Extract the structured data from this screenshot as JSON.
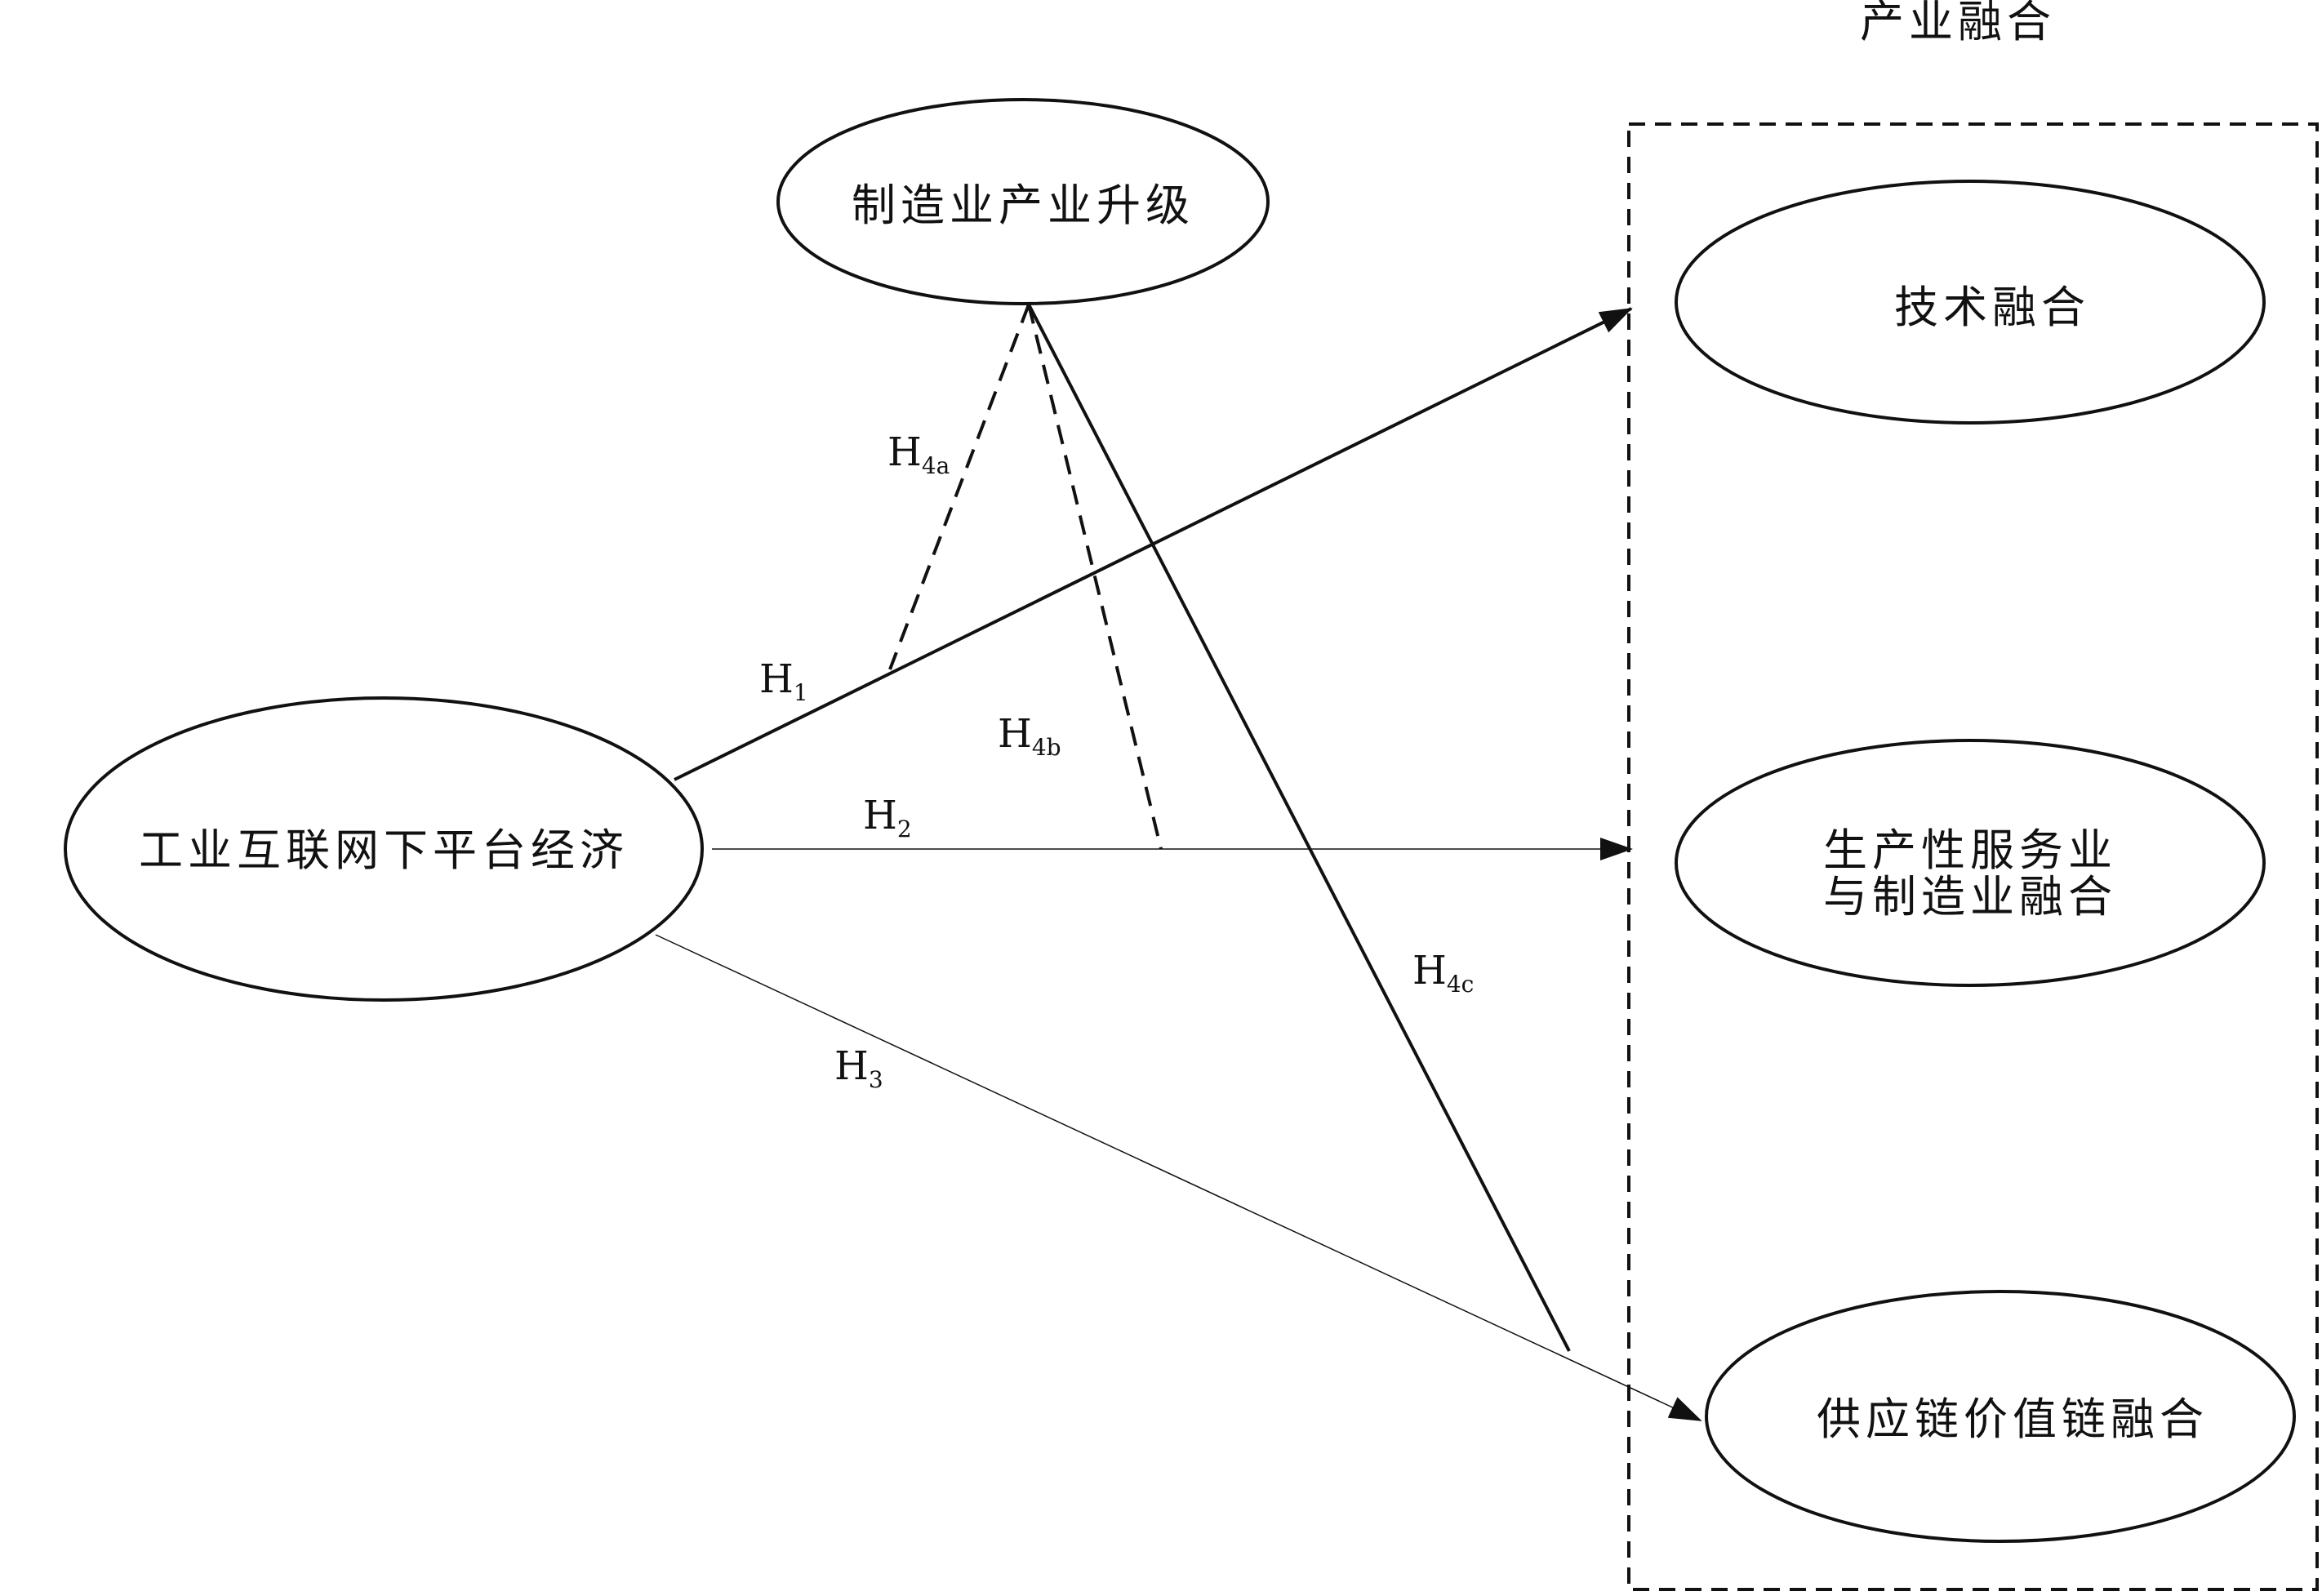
{
  "diagram": {
    "group_title": "产业融合",
    "nodes": {
      "platform_economy": "工业互联网下平台经济",
      "manufacturing_upgrade": "制造业产业升级",
      "tech_fusion": "技术融合",
      "service_fusion_line1": "生产性服务业",
      "service_fusion_line2": "与制造业融合",
      "supply_chain_fusion": "供应链价值链融合"
    },
    "hypotheses": {
      "h1": {
        "main": "H",
        "sub": "1"
      },
      "h2": {
        "main": "H",
        "sub": "2"
      },
      "h3": {
        "main": "H",
        "sub": "3"
      },
      "h4a": {
        "main": "H",
        "sub": "4a"
      },
      "h4b": {
        "main": "H",
        "sub": "4b"
      },
      "h4c": {
        "main": "H",
        "sub": "4c"
      }
    }
  }
}
